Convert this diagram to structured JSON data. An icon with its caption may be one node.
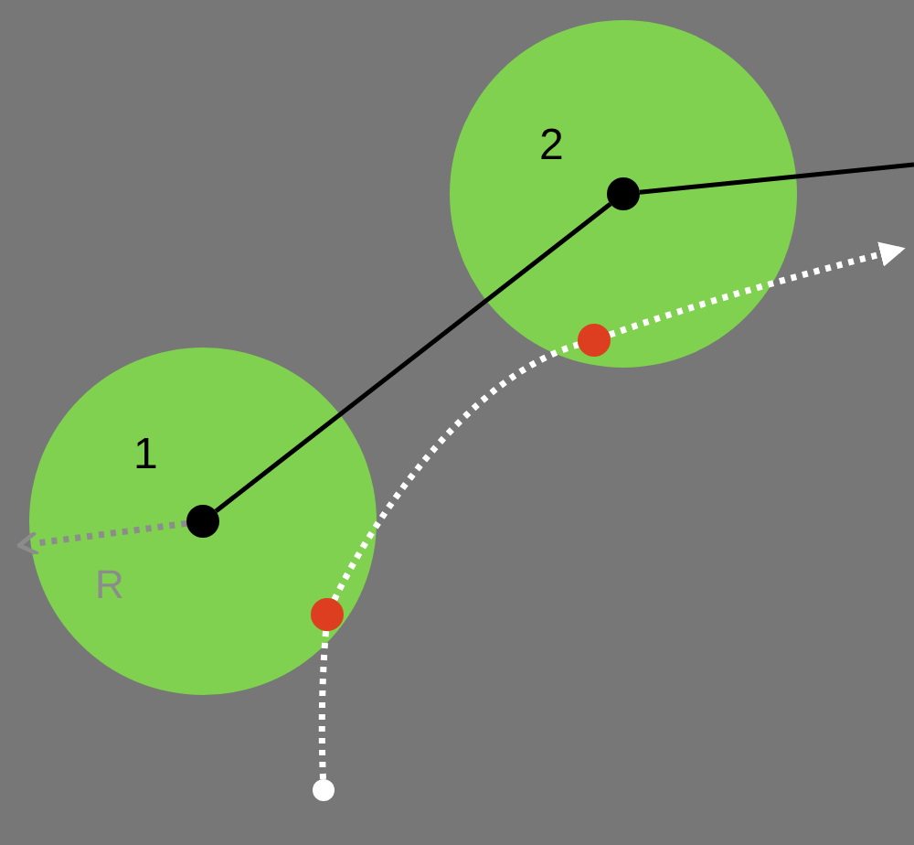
{
  "diagram": {
    "nodes": [
      {
        "text": [
          "1"
        ]
      },
      {
        "text": [],
        "shape": "circle",
        "in": 0
      },
      {
        "text": [
          "2"
        ]
      },
      {
        "text": [],
        "shape": "circle",
        "in": 2
      },
      {
        "text": [],
        "shape": "circle"
      },
      {
        "text": [],
        "shape": "circle",
        "in": 0
      },
      {
        "text": [],
        "shape": "circle",
        "in": 2
      }
    ],
    "edges": [
      {
        "from": 1,
        "to": 3,
        "arrow": "none",
        "color": "#000000"
      },
      {
        "from": 3,
        "to": null,
        "arrow": "none",
        "color": "#000000"
      },
      {
        "from": 4,
        "to": 5,
        "arrow": "none",
        "style": "dashed",
        "color": "#ffffff"
      },
      {
        "from": 5,
        "to": 6,
        "arrow": "none",
        "style": "dashed",
        "color": "#ffffff"
      },
      {
        "from": 6,
        "to": null,
        "arrow": "to",
        "style": "dashed",
        "color": "#ffffff"
      },
      {
        "from": 1,
        "to": null,
        "arrow": "to",
        "style": "dashed",
        "color": "#8c8c8c"
      }
    ],
    "labels": [
      "R"
    ]
  }
}
